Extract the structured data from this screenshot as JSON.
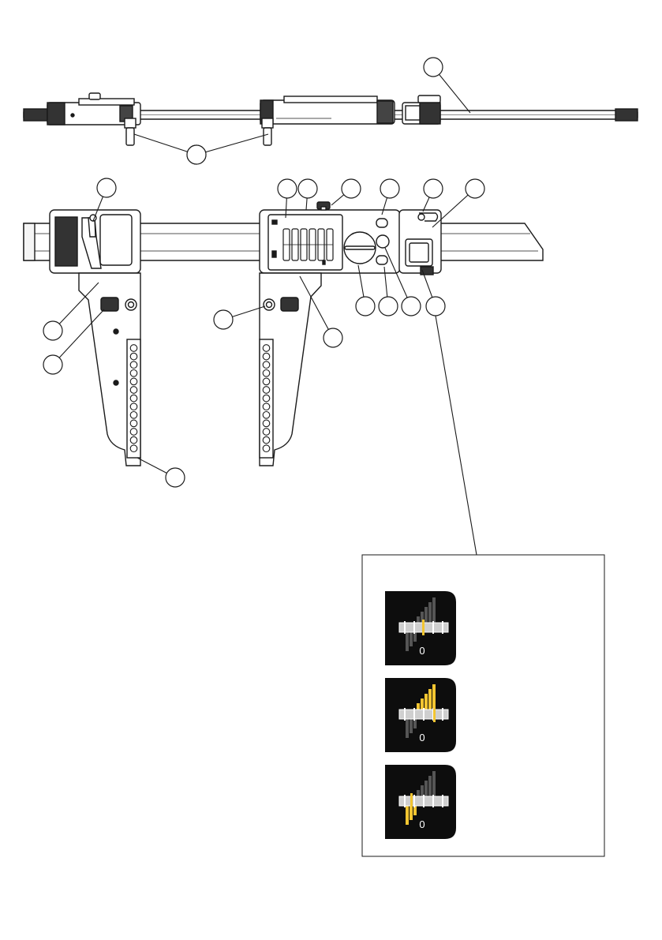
{
  "figure": {
    "callout_labels": [
      "",
      "",
      "",
      "",
      "",
      "",
      "",
      "",
      "",
      "",
      "",
      "",
      "",
      "",
      "",
      "",
      "",
      "",
      "",
      ""
    ],
    "indicator_panel": {
      "icons": [
        {
          "zero_label": "0",
          "state": "centered",
          "highlight_color": "#f2c531"
        },
        {
          "zero_label": "0",
          "state": "positive",
          "highlight_color": "#f2c531"
        },
        {
          "zero_label": "0",
          "state": "negative",
          "highlight_color": "#f2c531"
        }
      ],
      "inactive_bar_color": "#555555",
      "icon_background": "#0d0d0d"
    },
    "colors": {
      "outline": "#1a1a1a",
      "body_fill": "#ffffff",
      "knurl": "#333333"
    }
  }
}
